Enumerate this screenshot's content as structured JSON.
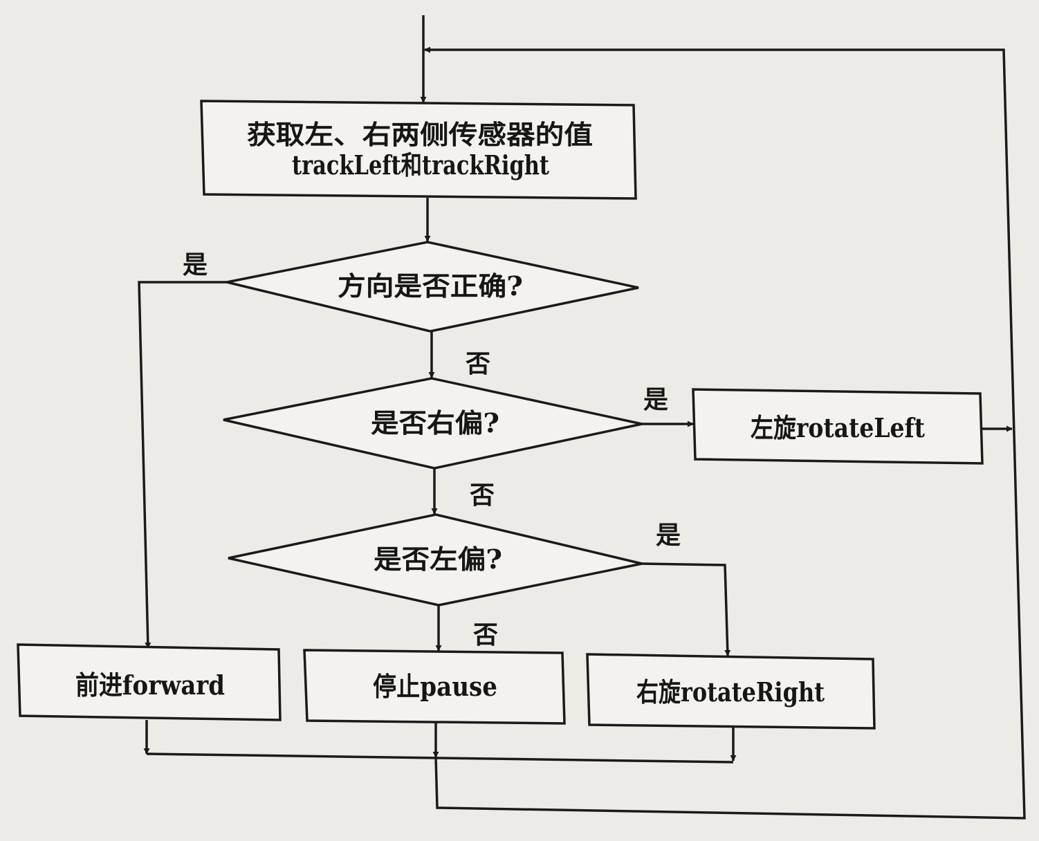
{
  "nodes": {
    "read_sensors": {
      "line1": "获取左、右两侧传感器的值",
      "line2": "trackLeft和trackRight"
    },
    "direction_correct": "方向是否正确?",
    "right_deviation": "是否右偏?",
    "left_deviation": "是否左偏?",
    "rotate_left": "左旋rotateLeft",
    "forward": "前进forward",
    "pause": "停止pause",
    "rotate_right": "右旋rotateRight"
  },
  "branch_labels": {
    "direction_correct_yes": "是",
    "direction_correct_no": "否",
    "right_deviation_yes": "是",
    "right_deviation_no": "否",
    "left_deviation_yes": "是",
    "left_deviation_no": "否"
  },
  "colors": {
    "background": "#ecebe6",
    "line": "#1a1a1a",
    "text": "#161616"
  }
}
